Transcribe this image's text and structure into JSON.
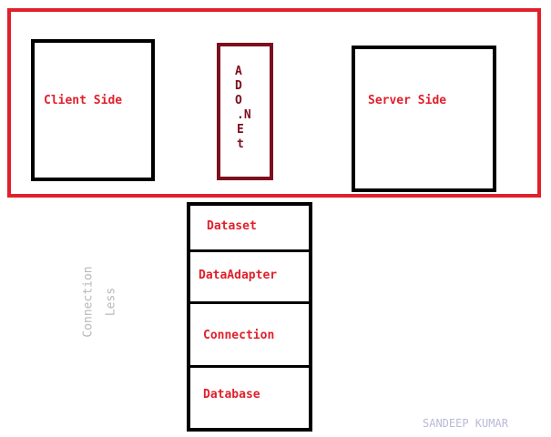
{
  "colors": {
    "frame_red": "#e0212b",
    "ado_maroon": "#7d0f1e",
    "box_black": "#000000",
    "label_red": "#e0212b",
    "muted_gray": "#b8b8b8",
    "signature_lavender": "#b9b9d8"
  },
  "top_section": {
    "client_label": "Client Side",
    "ado_letters": [
      "A",
      "D",
      "O",
      ".N",
      "E",
      "t"
    ],
    "server_label": "Server Side"
  },
  "stack": {
    "items": [
      "Dataset",
      "DataAdapter",
      "Connection",
      "Database"
    ]
  },
  "side_note": {
    "line1": "Connection",
    "line2": "Less"
  },
  "signature": "SANDEEP KUMAR"
}
